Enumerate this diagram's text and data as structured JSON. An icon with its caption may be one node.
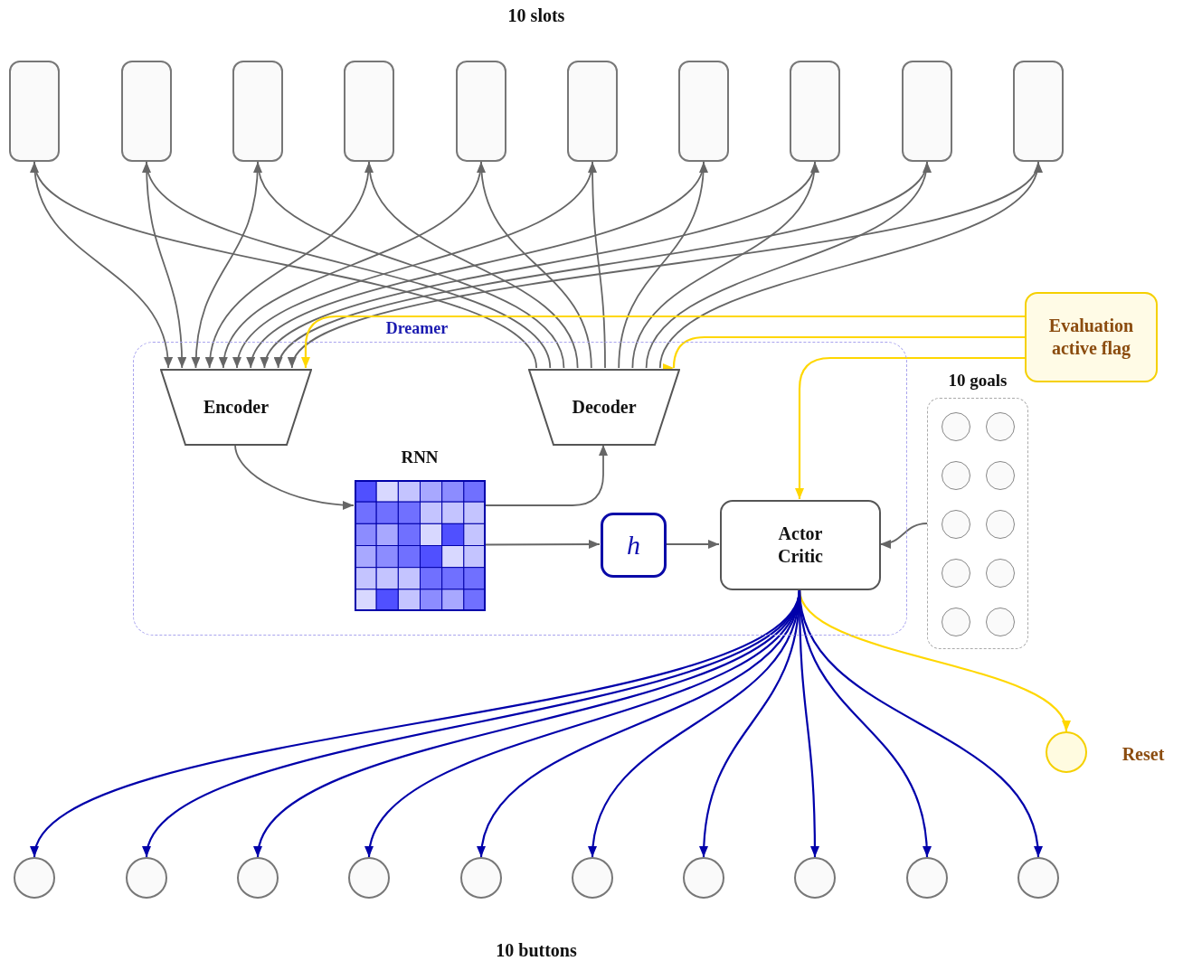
{
  "diagram": {
    "nodes": [
      {
        "text": [],
        "shape": "box"
      },
      {
        "text": [],
        "shape": "box"
      },
      {
        "text": [],
        "shape": "box"
      },
      {
        "text": [],
        "shape": "box"
      },
      {
        "text": [],
        "shape": "box"
      },
      {
        "text": [],
        "shape": "box"
      },
      {
        "text": [],
        "shape": "box"
      },
      {
        "text": [],
        "shape": "box"
      },
      {
        "text": [],
        "shape": "box"
      },
      {
        "text": [],
        "shape": "box"
      },
      {
        "text": [
          "Dreamer"
        ]
      },
      {
        "text": [
          "Encoder"
        ],
        "in": 10
      },
      {
        "text": [
          "Decoder"
        ],
        "in": 10
      },
      {
        "text": [
          "RNN"
        ],
        "in": 10
      },
      {
        "text": [
          "h"
        ],
        "in": 10
      },
      {
        "text": [
          "Actor Critic"
        ],
        "in": 10
      },
      {
        "text": [
          "Evaluation active flag"
        ]
      },
      {
        "text": [
          "10 goals"
        ]
      },
      {
        "text": [],
        "shape": "circle",
        "in": 17
      },
      {
        "text": [],
        "shape": "circle",
        "in": 17
      },
      {
        "text": [],
        "shape": "circle",
        "in": 17
      },
      {
        "text": [],
        "shape": "circle",
        "in": 17
      },
      {
        "text": [],
        "shape": "circle",
        "in": 17
      },
      {
        "text": [],
        "shape": "circle",
        "in": 17
      },
      {
        "text": [],
        "shape": "circle",
        "in": 17
      },
      {
        "text": [],
        "shape": "circle",
        "in": 17
      },
      {
        "text": [],
        "shape": "circle",
        "in": 17
      },
      {
        "text": [],
        "shape": "circle",
        "in": 17
      },
      {
        "text": [],
        "shape": "circle",
        "beside": [
          "Reset"
        ]
      },
      {
        "text": [],
        "shape": "circle"
      },
      {
        "text": [],
        "shape": "circle"
      },
      {
        "text": [],
        "shape": "circle"
      },
      {
        "text": [],
        "shape": "circle"
      },
      {
        "text": [],
        "shape": "circle"
      },
      {
        "text": [],
        "shape": "circle"
      },
      {
        "text": [],
        "shape": "circle"
      },
      {
        "text": [],
        "shape": "circle"
      },
      {
        "text": [],
        "shape": "circle"
      },
      {
        "text": [],
        "shape": "circle"
      }
    ],
    "edges": [
      {
        "from": 0,
        "to": 11,
        "arrow": "to"
      },
      {
        "from": 1,
        "to": 11,
        "arrow": "to"
      },
      {
        "from": 2,
        "to": 11,
        "arrow": "to"
      },
      {
        "from": 3,
        "to": 11,
        "arrow": "to"
      },
      {
        "from": 4,
        "to": 11,
        "arrow": "to"
      },
      {
        "from": 5,
        "to": 11,
        "arrow": "to"
      },
      {
        "from": 6,
        "to": 11,
        "arrow": "to"
      },
      {
        "from": 7,
        "to": 11,
        "arrow": "to"
      },
      {
        "from": 8,
        "to": 11,
        "arrow": "to"
      },
      {
        "from": 9,
        "to": 11,
        "arrow": "to"
      },
      {
        "from": 12,
        "to": 0,
        "arrow": "to"
      },
      {
        "from": 12,
        "to": 1,
        "arrow": "to"
      },
      {
        "from": 12,
        "to": 2,
        "arrow": "to"
      },
      {
        "from": 12,
        "to": 3,
        "arrow": "to"
      },
      {
        "from": 12,
        "to": 4,
        "arrow": "to"
      },
      {
        "from": 12,
        "to": 5,
        "arrow": "to"
      },
      {
        "from": 12,
        "to": 6,
        "arrow": "to"
      },
      {
        "from": 12,
        "to": 7,
        "arrow": "to"
      },
      {
        "from": 12,
        "to": 8,
        "arrow": "to"
      },
      {
        "from": 12,
        "to": 9,
        "arrow": "to"
      },
      {
        "from": 11,
        "to": 13,
        "arrow": "to"
      },
      {
        "from": 13,
        "to": 12,
        "arrow": "to"
      },
      {
        "from": 13,
        "to": 14,
        "arrow": "to"
      },
      {
        "from": 14,
        "to": 15,
        "arrow": "to"
      },
      {
        "from": 17,
        "to": 15,
        "arrow": "to"
      },
      {
        "from": 16,
        "to": 11,
        "arrow": "to",
        "color": "#ffd700"
      },
      {
        "from": 16,
        "to": 12,
        "arrow": "to",
        "color": "#ffd700"
      },
      {
        "from": 16,
        "to": 15,
        "arrow": "to",
        "color": "#ffd700"
      },
      {
        "from": 15,
        "to": 28,
        "arrow": "to",
        "color": "#ffd700"
      },
      {
        "from": 15,
        "to": 29,
        "arrow": "to",
        "color": "#0000aa"
      },
      {
        "from": 15,
        "to": 30,
        "arrow": "to",
        "color": "#0000aa"
      },
      {
        "from": 15,
        "to": 31,
        "arrow": "to",
        "color": "#0000aa"
      },
      {
        "from": 15,
        "to": 32,
        "arrow": "to",
        "color": "#0000aa"
      },
      {
        "from": 15,
        "to": 33,
        "arrow": "to",
        "color": "#0000aa"
      },
      {
        "from": 15,
        "to": 34,
        "arrow": "to",
        "color": "#0000aa"
      },
      {
        "from": 15,
        "to": 35,
        "arrow": "to",
        "color": "#0000aa"
      },
      {
        "from": 15,
        "to": 36,
        "arrow": "to",
        "color": "#0000aa"
      },
      {
        "from": 15,
        "to": 37,
        "arrow": "to",
        "color": "#0000aa"
      },
      {
        "from": 15,
        "to": 38,
        "arrow": "to",
        "color": "#0000aa"
      }
    ],
    "labels": [
      "10 slots",
      "10 buttons"
    ]
  }
}
